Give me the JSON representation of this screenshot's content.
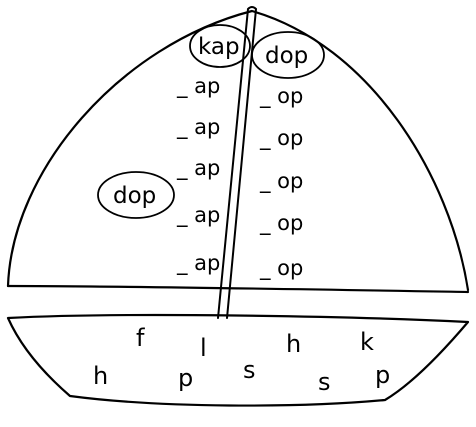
{
  "ink_color": "#000000",
  "paper_color": "#ffffff",
  "sail_left": {
    "circled_word": "kap",
    "rows": [
      "_ ap",
      "_ ap",
      "_ ap",
      "_ ap",
      "_ ap"
    ]
  },
  "sail_right": {
    "circled_word": "dop",
    "rows": [
      "_ op",
      "_ op",
      "_ op",
      "_ op",
      "_ op"
    ]
  },
  "sail_example": {
    "circled_word": "dop"
  },
  "hull_letters": [
    "f",
    "l",
    "h",
    "k",
    "h",
    "p",
    "s",
    "s",
    "p"
  ]
}
